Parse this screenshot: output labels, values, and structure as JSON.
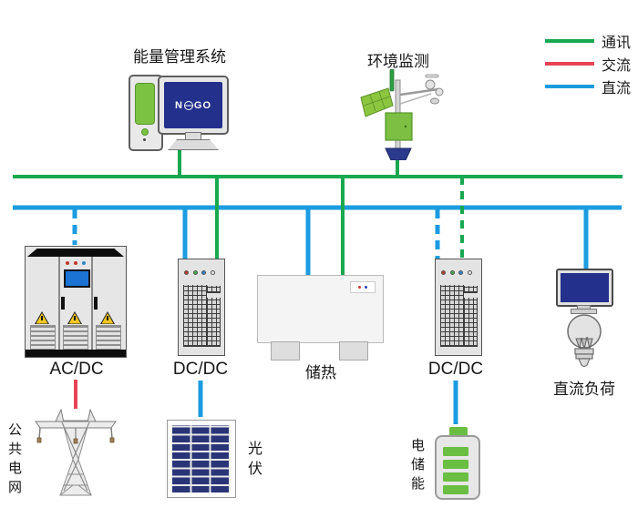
{
  "colors": {
    "comm": "#18a850",
    "ac": "#e84455",
    "dc": "#1b9ce0",
    "navy": "#23308c",
    "green": "#7cc242",
    "battgreen": "#6abe41"
  },
  "legend": {
    "items": [
      {
        "label": "通讯",
        "type": "comm"
      },
      {
        "label": "交流",
        "type": "ac"
      },
      {
        "label": "直流",
        "type": "dc"
      }
    ]
  },
  "nodes": {
    "ems": {
      "label": "能量管理系统",
      "logo_prefix": "N",
      "logo_suffix": "GO"
    },
    "env": {
      "label": "环境监测"
    },
    "acdc": {
      "label": "AC/DC"
    },
    "dcdc_pv": {
      "label": "DC/DC"
    },
    "heat": {
      "label": "储热"
    },
    "dcdc_batt": {
      "label": "DC/DC"
    },
    "dcload": {
      "label": "直流负荷"
    },
    "grid": {
      "label": "公共电网"
    },
    "pv": {
      "label": "光伏"
    },
    "battery": {
      "label": "电储能"
    }
  }
}
